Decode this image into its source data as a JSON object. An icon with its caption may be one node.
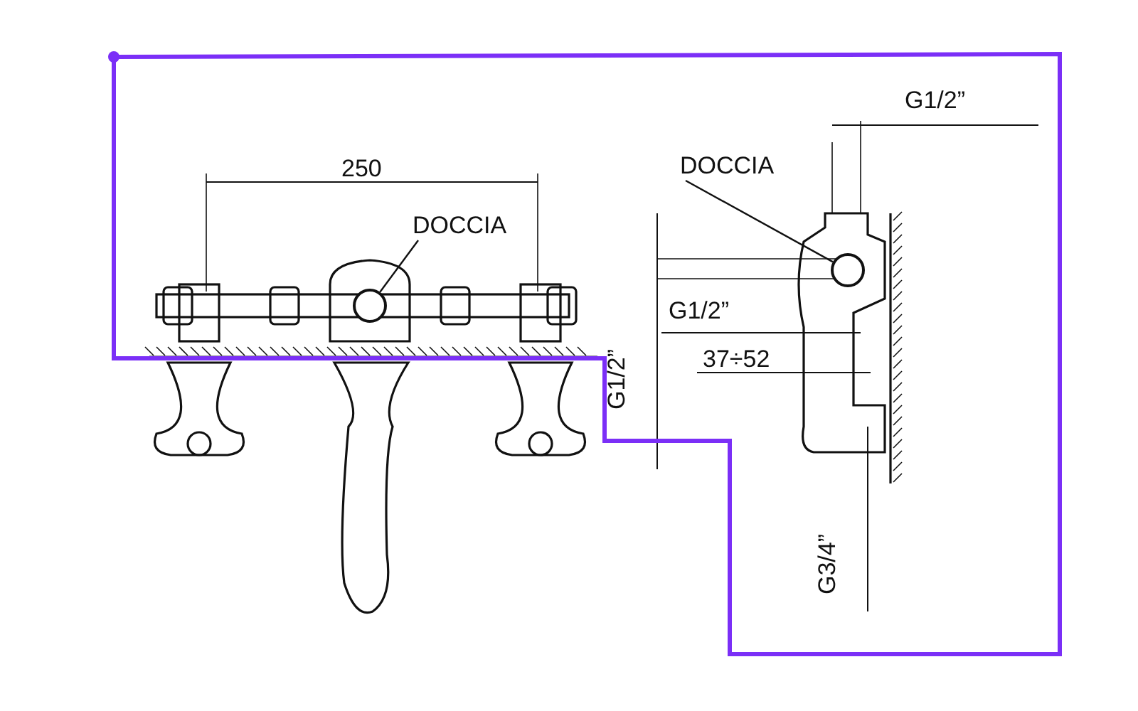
{
  "diagram": {
    "nodes": [
      {
        "text": [
          "DOCCIA"
        ]
      },
      {
        "text": [],
        "shape": "circle"
      },
      {
        "text": [
          "DOCCIA"
        ]
      },
      {
        "text": [],
        "shape": "circle"
      }
    ],
    "edges": [
      {
        "from": 0,
        "to": 1,
        "arrow": "none"
      },
      {
        "from": 2,
        "to": 3,
        "arrow": "none"
      }
    ],
    "labels": [
      "G1/2”",
      "250",
      "G1/2”",
      "37÷52",
      "G1/2”",
      "G3/4”"
    ]
  }
}
